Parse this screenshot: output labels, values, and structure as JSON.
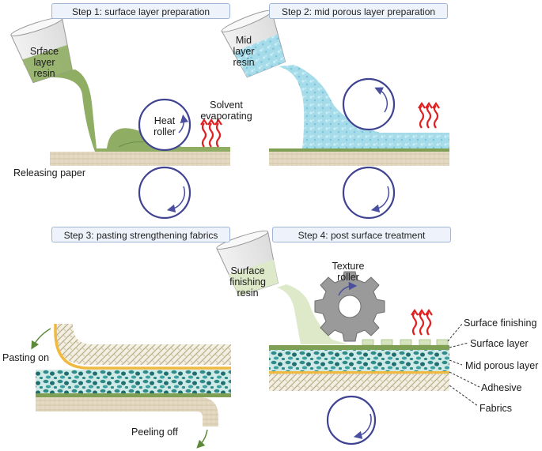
{
  "steps": [
    {
      "label": "Step 1: surface layer preparation"
    },
    {
      "label": "Step 2: mid porous layer preparation"
    },
    {
      "label": "Step 3: pasting strengthening fabrics"
    },
    {
      "label": "Step 4: post surface treatment"
    }
  ],
  "step1": {
    "resin": [
      "Srface",
      "layer",
      "resin"
    ],
    "roller": [
      "Heat",
      "roller"
    ],
    "solvent": [
      "Solvent",
      "evaporating"
    ],
    "paper": "Releasing paper"
  },
  "step2": {
    "resin": [
      "Mid",
      "layer",
      "resin"
    ]
  },
  "step3": {
    "pasting": "Pasting on",
    "peeling": "Peeling off"
  },
  "step4": {
    "resin": [
      "Surface",
      "finishing",
      "resin"
    ],
    "roller": [
      "Texture",
      "roller"
    ],
    "layers": [
      "Surface finishing",
      "Surface layer",
      "Mid porous layer",
      "Adhesive",
      "Fabrics"
    ]
  },
  "colors": {
    "surface_resin": "#8fae63",
    "surface_resin_dark": "#6f8f49",
    "mid_resin": "#9fd8e8",
    "paper": "#e4d9c2",
    "adhesive": "#f0b940",
    "roller_arrow": "#4a4fa0",
    "heat": "#e02020"
  }
}
